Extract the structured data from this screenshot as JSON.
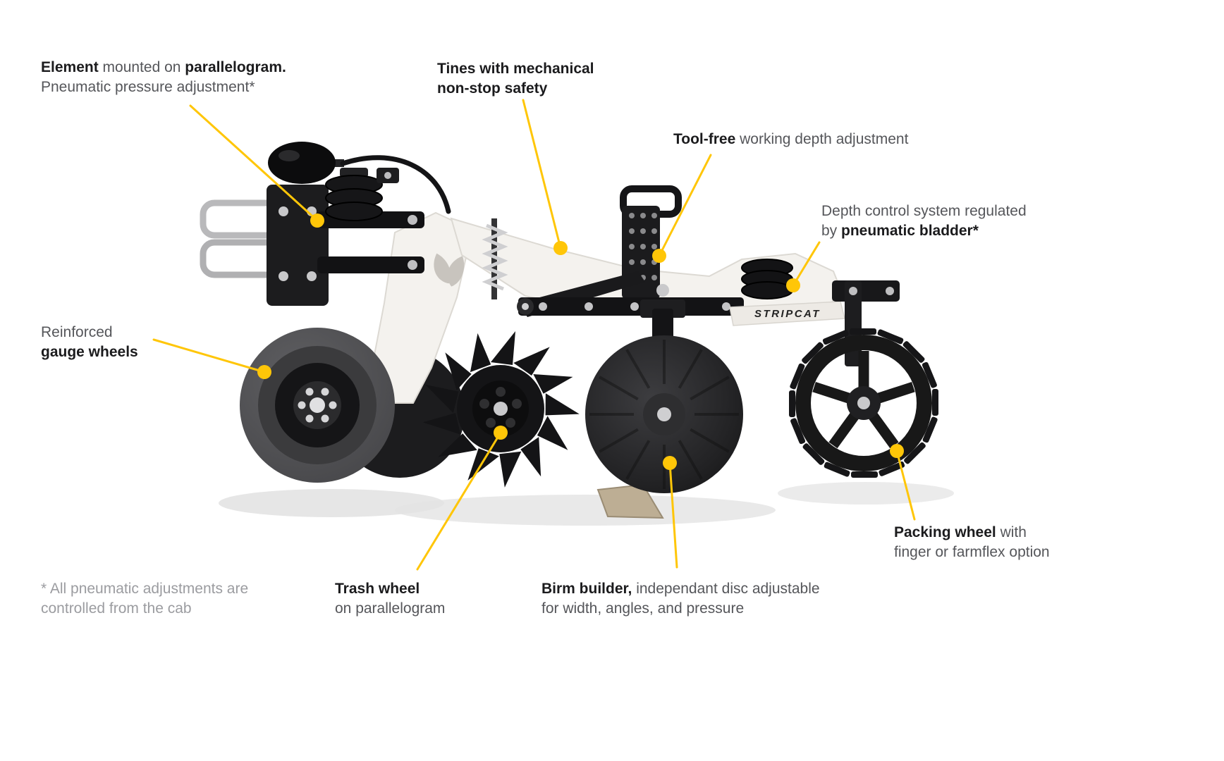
{
  "accent": {
    "leader_color": "#FFC608",
    "dot_color": "#FFC608"
  },
  "brand": {
    "machine_name": "STRIPCAT"
  },
  "callouts": {
    "element": {
      "l1b1": "Element",
      "l1r1": " mounted on ",
      "l1b2": "parallelogram.",
      "l2": "Pneumatic pressure adjustment*"
    },
    "tines": {
      "l1": "Tines with mechanical",
      "l2": "non-stop safety"
    },
    "toolfree": {
      "b": "Tool-free",
      "r": " working depth adjustment"
    },
    "depth": {
      "l1": "Depth control system regulated",
      "l2r": "by ",
      "l2b": "pneumatic bladder*"
    },
    "gauge": {
      "l1": "Reinforced",
      "l2": "gauge wheels"
    },
    "trash": {
      "l1": "Trash wheel",
      "l2": "on parallelogram"
    },
    "birm": {
      "l1b": "Birm builder,",
      "l1r": " independant disc adjustable",
      "l2": "for width, angles, and pressure"
    },
    "packing": {
      "l1b": "Packing wheel",
      "l1r": " with",
      "l2": "finger or farmflex option"
    },
    "footnote": {
      "l1": "* All pneumatic adjustments are",
      "l2": "controlled from the cab"
    }
  }
}
